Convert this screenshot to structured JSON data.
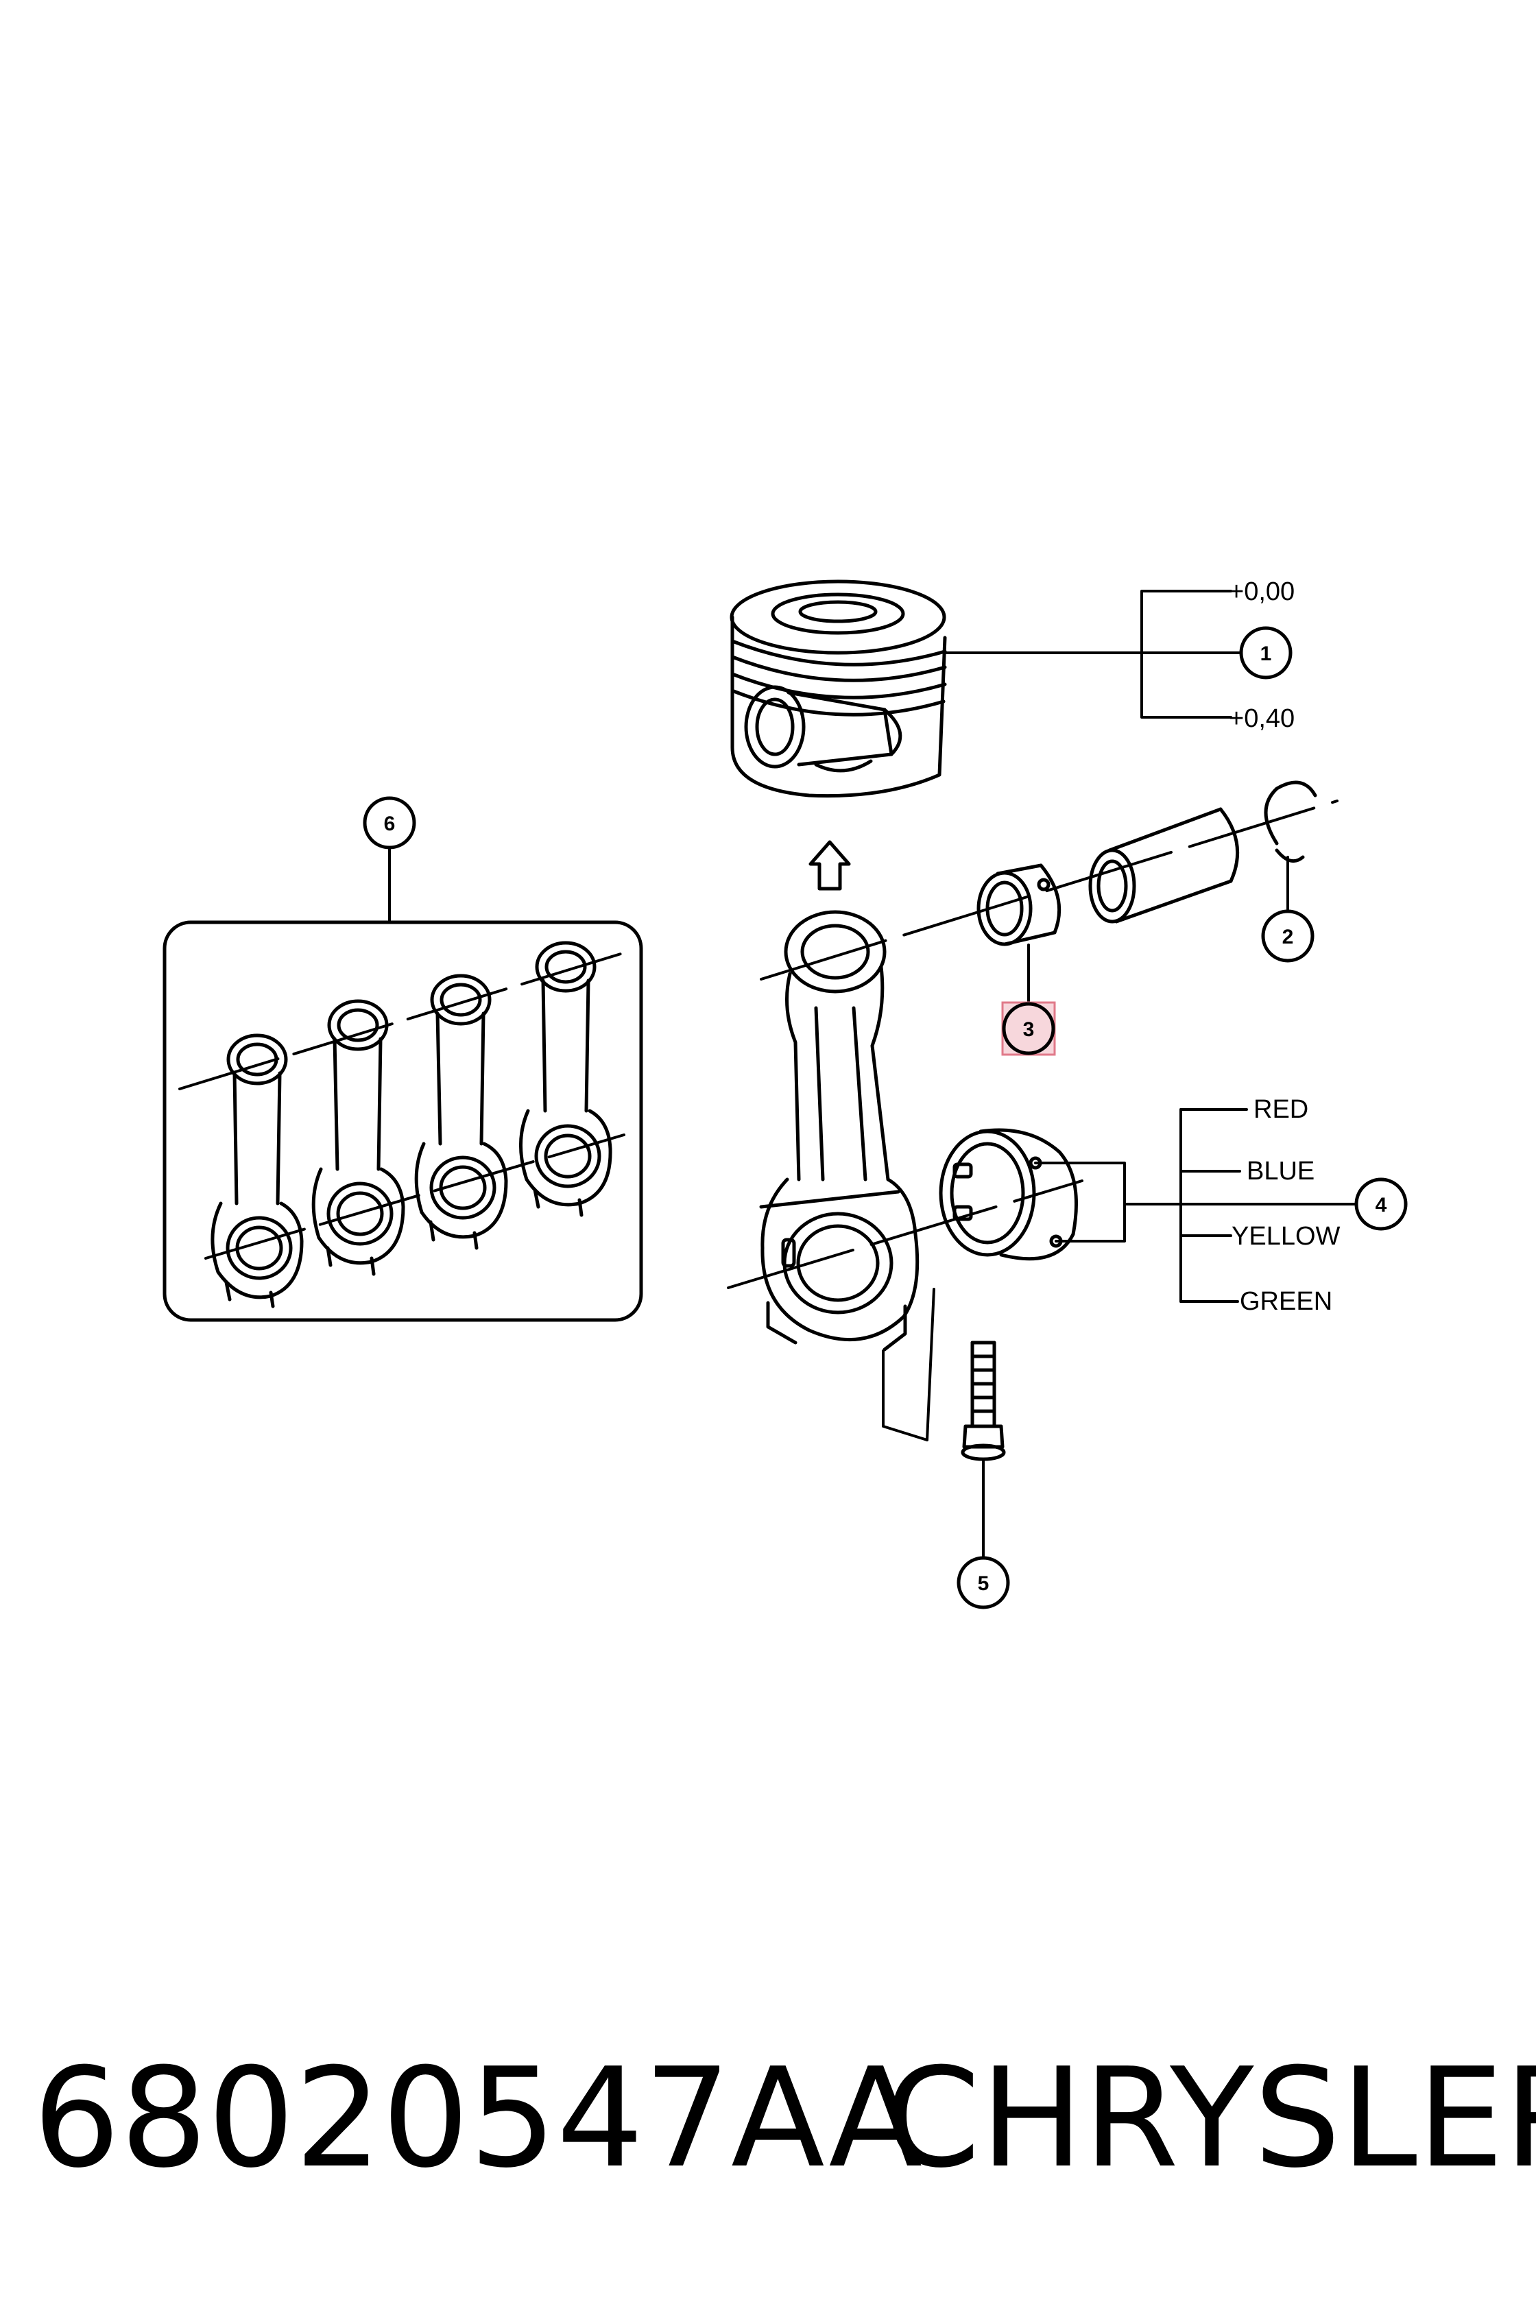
{
  "callouts": [
    {
      "number": "1",
      "highlighted": false
    },
    {
      "number": "2",
      "highlighted": false
    },
    {
      "number": "3",
      "highlighted": true
    },
    {
      "number": "4",
      "highlighted": false
    },
    {
      "number": "5",
      "highlighted": false
    },
    {
      "number": "6",
      "highlighted": false
    }
  ],
  "piston_sizes": [
    "+0,00",
    "+0,40"
  ],
  "bearing_colors": [
    "RED",
    "BLUE",
    "YELLOW",
    "GREEN"
  ],
  "footer": {
    "part_number": "68020547AA",
    "brand": "CHRYSLER"
  },
  "colors": {
    "line": "#000000",
    "highlight_fill": "#f7d7dc",
    "highlight_border": "#e07a8a"
  }
}
